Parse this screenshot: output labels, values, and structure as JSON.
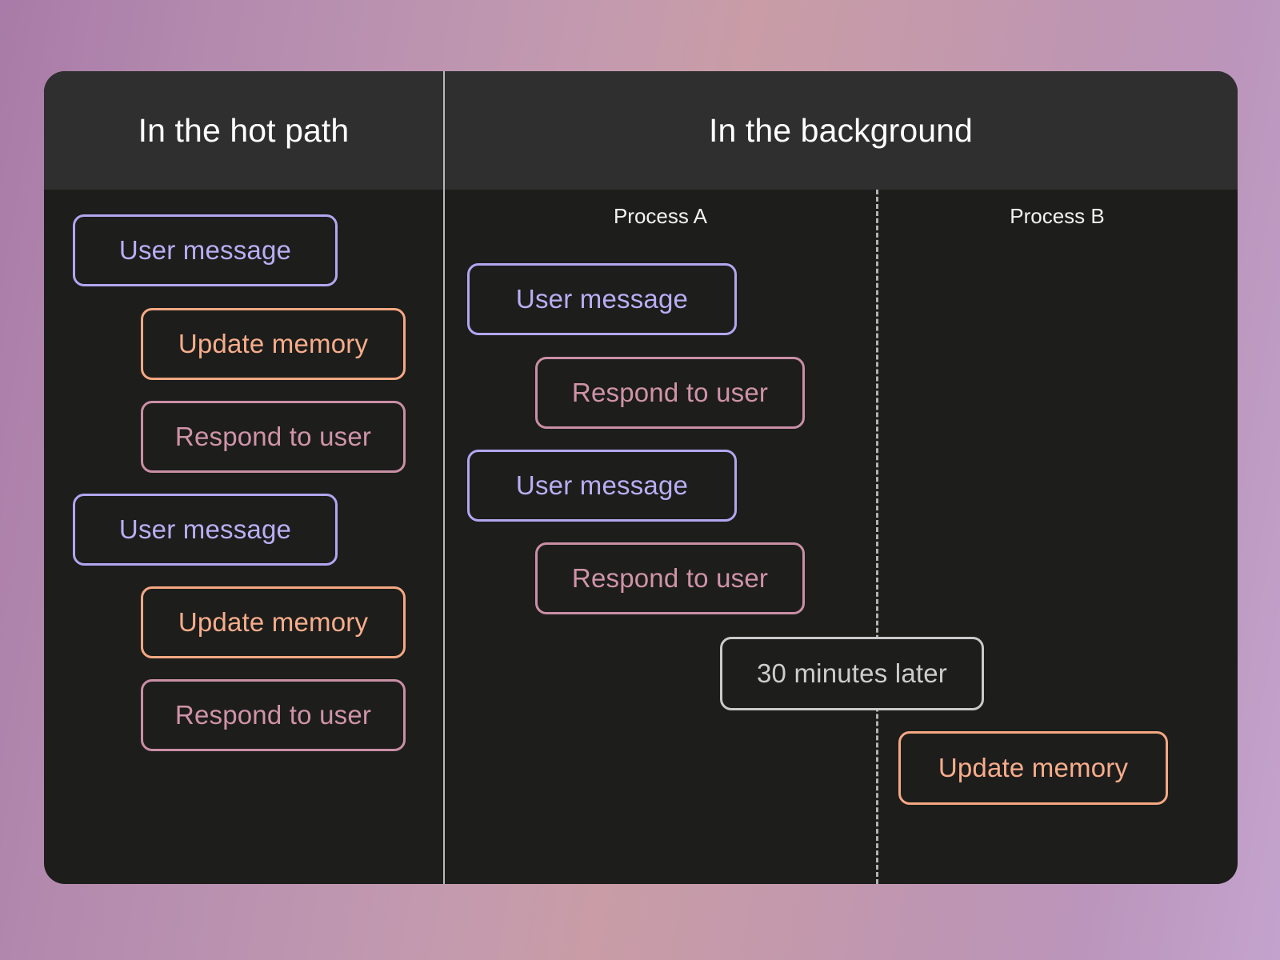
{
  "diagram": {
    "panels": [
      {
        "title": "In the hot path"
      },
      {
        "title": "In the background"
      }
    ],
    "processes": [
      {
        "label": "Process A"
      },
      {
        "label": "Process B"
      }
    ],
    "colors": {
      "user_message": "#b2a6f0",
      "update_memory": "#f4a882",
      "respond_to_user": "#c98fa5",
      "time_marker": "#c9c9c9",
      "card_background": "#1d1d1c",
      "header_background": "#2f2f2f",
      "divider": "#b9b9b9"
    },
    "hot_path_steps": [
      {
        "label": "User message",
        "kind": "user"
      },
      {
        "label": "Update memory",
        "kind": "memory"
      },
      {
        "label": "Respond to user",
        "kind": "respond"
      },
      {
        "label": "User message",
        "kind": "user"
      },
      {
        "label": "Update memory",
        "kind": "memory"
      },
      {
        "label": "Respond to user",
        "kind": "respond"
      }
    ],
    "process_a_steps": [
      {
        "label": "User message",
        "kind": "user"
      },
      {
        "label": "Respond to user",
        "kind": "respond"
      },
      {
        "label": "User message",
        "kind": "user"
      },
      {
        "label": "Respond to user",
        "kind": "respond"
      }
    ],
    "time_marker": {
      "label": "30 minutes later"
    },
    "process_b_steps": [
      {
        "label": "Update memory",
        "kind": "memory"
      }
    ]
  }
}
